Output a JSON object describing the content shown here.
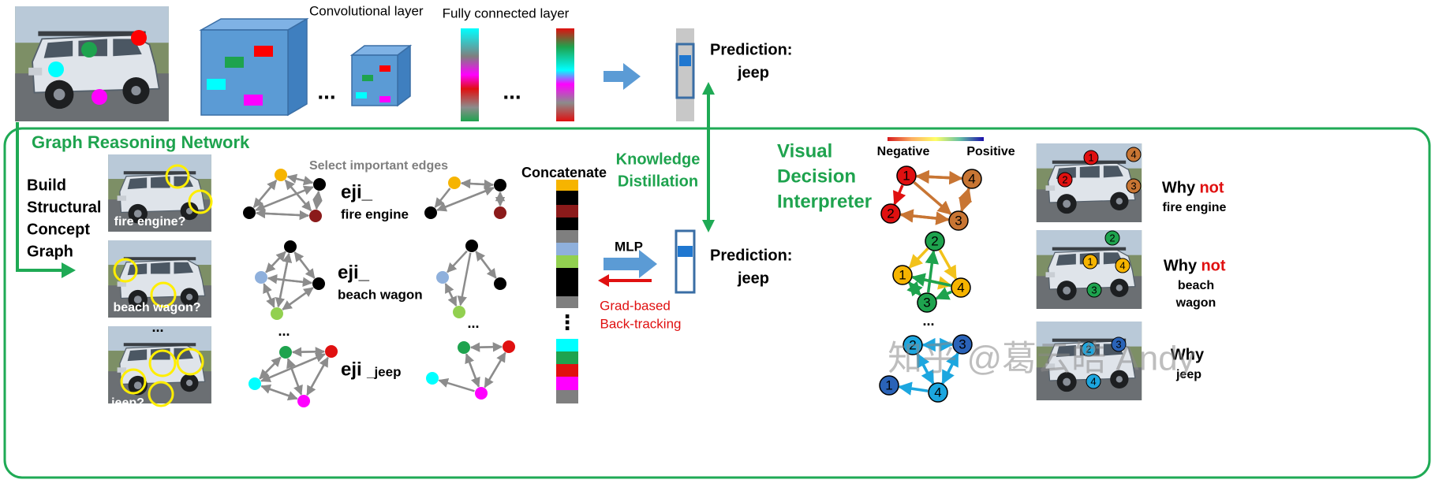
{
  "colors": {
    "frame_green": "#1faa55",
    "label_green": "#1ea34e",
    "arrow_blue": "#5b9bd5",
    "arrow_red": "#e01010",
    "edge_gray": "#8c8c8c",
    "edge_orange": "#c87533",
    "edge_yellow": "#f2c21b",
    "edge_green": "#1ea34e",
    "edge_blue": "#1ca6df",
    "edge_red": "#e01010",
    "cnn_blue": "#5b9bd5",
    "accent_red": "#e01010"
  },
  "cnn": {
    "conv_label": "Convolutional layer",
    "fc_label": "Fully connected layer",
    "ellipsis": "...",
    "prediction_label": "Prediction:",
    "prediction_value": "jeep"
  },
  "grn": {
    "title": "Graph Reasoning Network",
    "build_lines": [
      "Build",
      "Structural",
      "Concept",
      "Graph"
    ],
    "photo_captions": [
      "fire engine?",
      "beach wagon?",
      "jeep?"
    ],
    "select_label": "Select important edges",
    "graph_labels": [
      {
        "main": "eji_",
        "sub": "fire engine"
      },
      {
        "main": "eji_",
        "sub": "beach wagon"
      },
      {
        "main": "eji",
        "sub": "_jeep"
      }
    ],
    "concat_label": "Concatenate",
    "concat_colors": [
      "#f6b400",
      "#000000",
      "#8b1a1a",
      "#000000",
      "#7f7f7f",
      "#8fb0dc",
      "#92d050",
      "#000000",
      "#7f7f7f",
      "#00ffff",
      "#1ea34e",
      "#e01010",
      "#ff00ff",
      "#7f7f7f"
    ],
    "mlp_label": "MLP",
    "grad_lines": [
      "Grad-based",
      "Back-tracking"
    ],
    "ellipsis": "...",
    "vertical_dots": "⋮",
    "prediction_label": "Prediction:",
    "prediction_value": "jeep"
  },
  "kd": {
    "lines": [
      "Knowledge",
      "Distillation"
    ]
  },
  "vdi": {
    "title_lines": [
      "Visual",
      "Decision",
      "Interpreter"
    ],
    "negative": "Negative",
    "positive": "Positive",
    "why": "Why",
    "not": "not",
    "why_targets": [
      [
        "fire engine"
      ],
      [
        "beach",
        "wagon"
      ],
      [
        "jeep"
      ]
    ],
    "ellipsis": "...",
    "graph1_nodes": [
      "1",
      "2",
      "3",
      "4"
    ],
    "graph2_nodes": [
      "2",
      "1",
      "4",
      "3"
    ],
    "graph3_nodes": [
      "2",
      "3",
      "1",
      "4"
    ]
  },
  "watermark": "知乎 @葛云皓 Andy"
}
